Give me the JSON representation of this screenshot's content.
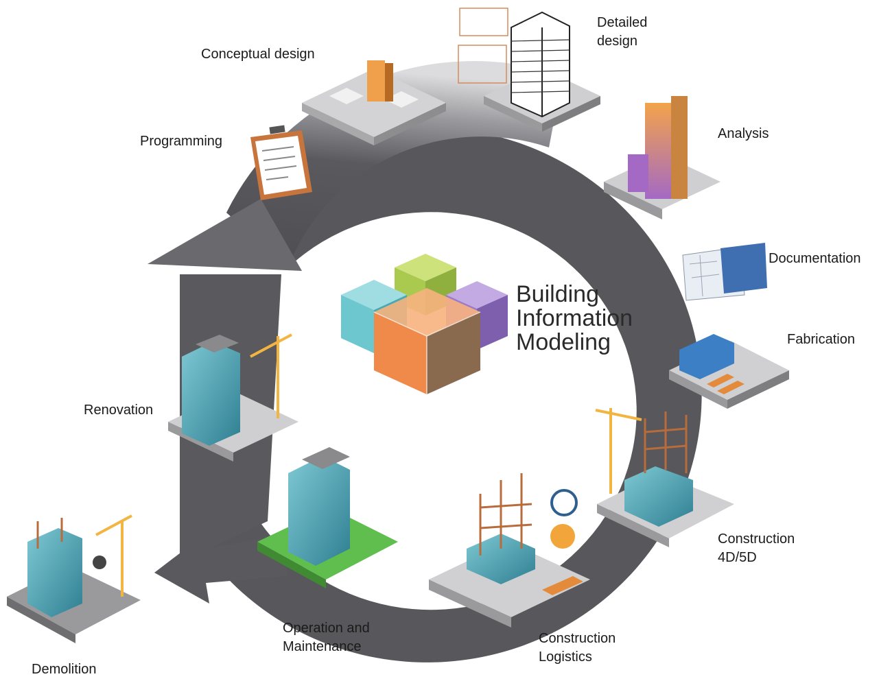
{
  "center": {
    "title_lines": [
      "Building",
      "Information",
      "Modeling"
    ]
  },
  "stages": {
    "conceptual_design": [
      "Conceptual design"
    ],
    "detailed_design": [
      "Detailed",
      "design"
    ],
    "analysis": [
      "Analysis"
    ],
    "documentation": [
      "Documentation"
    ],
    "fabrication": [
      "Fabrication"
    ],
    "construction_4d5d": [
      "Construction",
      "4D/5D"
    ],
    "construction_logistics": [
      "Construction",
      "Logistics"
    ],
    "operation_maintenance": [
      "Operation and",
      "Maintenance"
    ],
    "demolition": [
      "Demolition"
    ],
    "renovation": [
      "Renovation"
    ],
    "programming": [
      "Programming"
    ]
  },
  "colors": {
    "ring_dark": "#58585c",
    "ring_light": "#d9d9db",
    "cube_orange": "#f08a4b",
    "cube_teal": "#6cc7cf",
    "cube_green": "#b6d45a",
    "cube_purple": "#9b7bc8",
    "glass": "#4fa3b3",
    "steel": "#b86c3c",
    "crane": "#f2b541"
  }
}
